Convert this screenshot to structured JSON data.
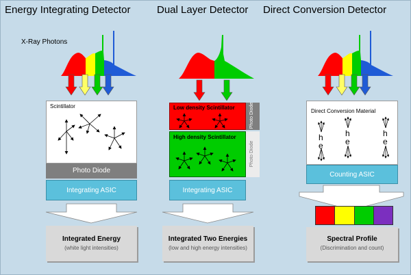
{
  "titles": {
    "energy_integrating": "Energy Integrating Detector",
    "dual_layer": "Dual Layer Detector",
    "direct_conversion": "Direct Conversion Detector"
  },
  "xray_label": "X-Ray Photons",
  "panel1": {
    "scintillator": "Scintillator",
    "photo_diode": "Photo Diode",
    "asic": "Integrating ASIC",
    "result_title": "Integrated Energy",
    "result_sub": "(white light intensities)"
  },
  "panel2": {
    "low_scint": "Low density Scintillator",
    "high_scint": "High density Scintillator",
    "photo_diode_top": "Photo Diode",
    "photo_diode_side": "Photo Diode",
    "asic": "Integrating ASIC",
    "result_title": "Integrated Two Energies",
    "result_sub": "(low and high energy intensities)"
  },
  "panel3": {
    "material": "Direct Conversion Material",
    "hole_letter": "h",
    "electron_letter": "e",
    "asic": "Counting ASIC",
    "result_title": "Spectral Profile",
    "result_sub": "(Discrimination and count)"
  },
  "colors": {
    "background": "#c6dbe9",
    "red": "#ff0000",
    "yellow": "#ffff00",
    "green": "#00cc00",
    "blue": "#1f5bd6",
    "purple": "#7b2fbf",
    "asic": "#5bc0dc",
    "photo_diode": "#7f7f7f",
    "result_box": "#d9d9d9"
  },
  "icons": {
    "spectrum": "xray-spectrum-icon",
    "arrow": "down-arrow-icon",
    "star": "light-scatter-icon",
    "charge": "charge-pair-icon",
    "wide_arrow": "funnel-arrow-icon"
  }
}
